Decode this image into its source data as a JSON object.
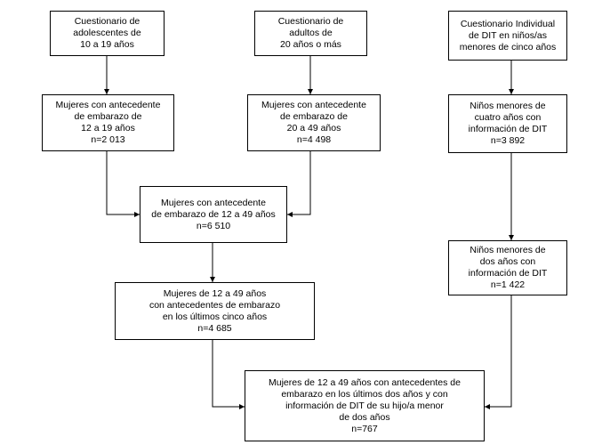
{
  "boxes": {
    "q_adolescentes": {
      "lines": [
        "Cuestionario de",
        "adolescentes de",
        "10 a 19 años"
      ]
    },
    "q_adultos": {
      "lines": [
        "Cuestionario de",
        "adultos de",
        "20 años o más"
      ]
    },
    "q_dit": {
      "lines": [
        "Cuestionario Individual",
        "de DIT en niños/as",
        "menores de cinco años"
      ]
    },
    "mujeres_12_19": {
      "lines": [
        "Mujeres con antecedente",
        "de embarazo de",
        "12 a 19 años",
        "n=2 013"
      ]
    },
    "mujeres_20_49": {
      "lines": [
        "Mujeres con antecedente",
        "de embarazo de",
        "20 a 49 años",
        "n=4 498"
      ]
    },
    "ninos_4": {
      "lines": [
        "Niños menores de",
        "cuatro años con",
        "información de DIT",
        "n=3 892"
      ]
    },
    "mujeres_12_49": {
      "lines": [
        "Mujeres con antecedente",
        "de embarazo de 12 a 49 años",
        "n=6 510"
      ]
    },
    "ninos_2": {
      "lines": [
        "Niños menores de",
        "dos años con",
        "información de DIT",
        "n=1 422"
      ]
    },
    "mujeres_5anos": {
      "lines": [
        "Mujeres de 12 a 49 años",
        "con antecedentes de embarazo",
        "en los últimos cinco años",
        "n=4 685"
      ]
    },
    "final": {
      "lines": [
        "Mujeres de 12 a 49 años con antecedentes de",
        "embarazo en los últimos dos años y con",
        "información de DIT de su hijo/a menor",
        "de dos años",
        "n=767"
      ]
    }
  }
}
